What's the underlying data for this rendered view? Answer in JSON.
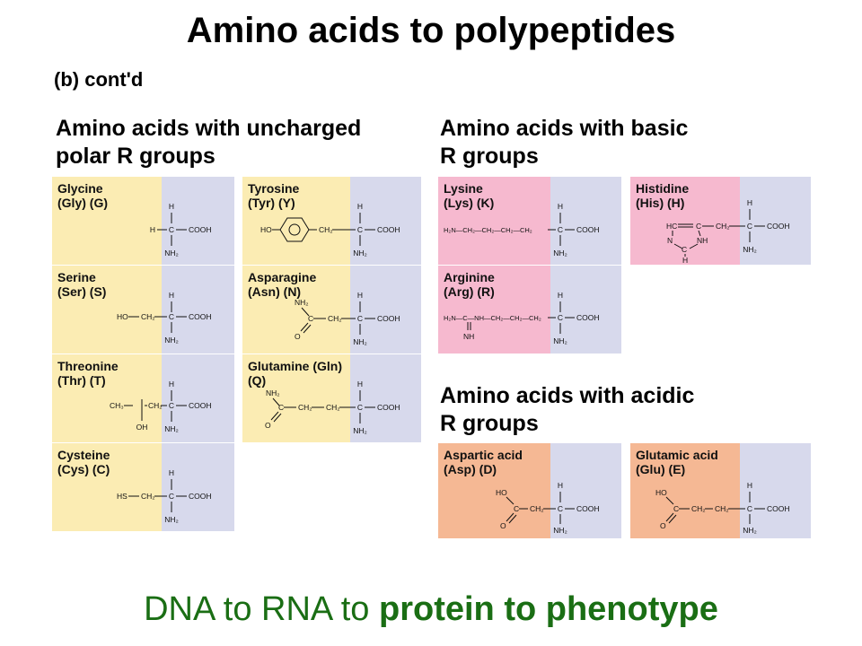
{
  "title": "Amino acids to polypeptides",
  "subtitle": "(b) cont'd",
  "sections": {
    "uncharged": {
      "heading_line1": "Amino acids with uncharged",
      "heading_line2": "polar R groups"
    },
    "basic": {
      "heading_line1": "Amino acids with basic",
      "heading_line2": "R groups"
    },
    "acidic": {
      "heading_line1": "Amino acids with acidic",
      "heading_line2": "R groups"
    }
  },
  "amino_acids": {
    "glycine": {
      "name": "Glycine\n(Gly) (G)"
    },
    "serine": {
      "name": "Serine\n(Ser) (S)"
    },
    "threonine": {
      "name": "Threonine\n(Thr) (T)"
    },
    "cysteine": {
      "name": "Cysteine\n(Cys) (C)"
    },
    "tyrosine": {
      "name": "Tyrosine\n(Tyr) (Y)"
    },
    "asparagine": {
      "name": "Asparagine\n(Asn) (N)"
    },
    "glutamine": {
      "name": "Glutamine (Gln)\n(Q)"
    },
    "lysine": {
      "name": "Lysine\n(Lys) (K)"
    },
    "histidine": {
      "name": "Histidine\n(His) (H)"
    },
    "arginine": {
      "name": "Arginine\n(Arg) (R)"
    },
    "aspartic_acid": {
      "name": "Aspartic acid\n(Asp) (D)"
    },
    "glutamic_acid": {
      "name": "Glutamic acid\n(Glu) (E)"
    }
  },
  "formula": {
    "h": "H",
    "c": "C",
    "cooh": "COOH",
    "nh2": "NH₂",
    "ch2": "CH₂",
    "ch3": "CH₃",
    "oh": "OH",
    "ho": "HO",
    "hs": "HS",
    "o": "O",
    "n": "N",
    "nh": "NH",
    "hc": "HC",
    "h2n": "H₂N",
    "lys_chain": "H₂N—CH₂—CH₂—CH₂—CH₂",
    "arg_chain": "H₂N—C—NH—CH₂—CH₂—CH₂"
  },
  "footer": {
    "plain": "DNA to RNA to ",
    "bold": "protein to phenotype"
  }
}
